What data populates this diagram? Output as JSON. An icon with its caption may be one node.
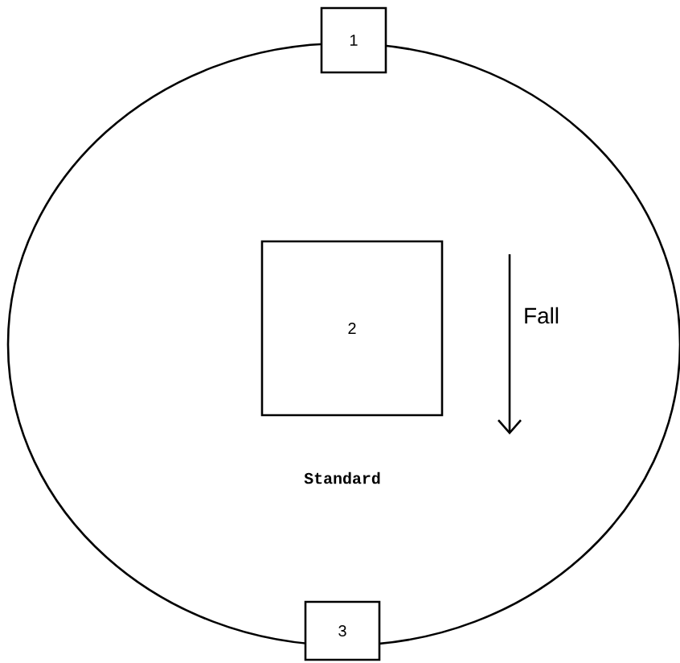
{
  "diagram": {
    "nodes": [
      {
        "text": [
          "Standard"
        ]
      },
      {
        "text": [
          "1"
        ]
      },
      {
        "text": [
          "2"
        ],
        "in": 0
      },
      {
        "text": [
          "3"
        ]
      }
    ],
    "labels": [
      "Fall"
    ]
  }
}
